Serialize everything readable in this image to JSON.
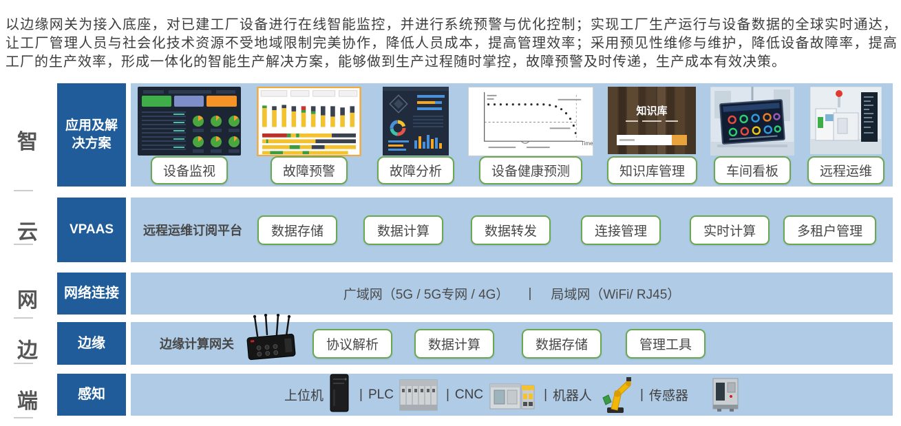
{
  "intro": {
    "text": "以边缘网关为接入底座，对已建工厂设备进行在线智能监控，并进行系统预警与优化控制；实现工厂生产运行与设备数据的全球实时通达，让工厂管理人员与社会化技术资源不受地域限制完美协作，降低人员成本，提高管理效率；采用预见性维修与维护，降低设备故障率，提高工厂的生产效率，形成一体化的智能生产解决方案，能够做到生产过程随时掌控，故障预警及时传递，生产成本有效决策。"
  },
  "palette": {
    "deep_blue": "#1F5C99",
    "light_blue": "#AFCBE6",
    "pill_green_border": "#6AA84F",
    "text_dark": "#3F3F3F",
    "rail_gray": "#565656"
  },
  "rail": {
    "items": [
      {
        "label": "智"
      },
      {
        "label": "云"
      },
      {
        "label": "网"
      },
      {
        "label": "边"
      },
      {
        "label": "端"
      }
    ]
  },
  "layers": {
    "application": {
      "title": "应用及解决方案",
      "items": [
        {
          "label": "设备监视",
          "icon": "device-monitoring-dashboard-thumbnail"
        },
        {
          "label": "故障预警",
          "icon": "fault-warning-chart-thumbnail"
        },
        {
          "label": "故障分析",
          "icon": "fault-analysis-dashboard-thumbnail"
        },
        {
          "label": "设备健康预测",
          "icon": "health-prediction-chart-thumbnail",
          "axis_label": "Time"
        },
        {
          "label": "知识库管理",
          "icon": "knowledge-base-thumbnail",
          "thumb_title": "知识库"
        },
        {
          "label": "车间看板",
          "icon": "workshop-board-thumbnail"
        },
        {
          "label": "远程运维",
          "icon": "remote-ops-thumbnail"
        }
      ]
    },
    "cloud": {
      "title": "VPAAS",
      "platform_label": "远程运维订阅平台",
      "buttons": [
        {
          "label": "数据存储"
        },
        {
          "label": "数据计算"
        },
        {
          "label": "数据转发"
        },
        {
          "label": "连接管理"
        },
        {
          "label": "实时计算"
        },
        {
          "label": "多租户管理"
        }
      ]
    },
    "network": {
      "title": "网络连接",
      "wan": "广域网（5G / 5G专网 / 4G）",
      "separator": "|",
      "lan": "局域网（WiFi/ RJ45）"
    },
    "edge": {
      "title": "边缘",
      "gateway_label": "边缘计算网关",
      "gateway_icon": "edge-gateway-device",
      "buttons": [
        {
          "label": "协议解析"
        },
        {
          "label": "数据计算"
        },
        {
          "label": "数据存储"
        },
        {
          "label": "管理工具"
        }
      ]
    },
    "perception": {
      "title": "感知",
      "separator": "|",
      "items": [
        {
          "label": "上位机",
          "icon": "industrial-pc-tower"
        },
        {
          "label": "PLC",
          "icon": "plc-module"
        },
        {
          "label": "CNC",
          "icon": "cnc-machine"
        },
        {
          "label": "机器人",
          "icon": "robot-arm"
        },
        {
          "label": "传感器",
          "icon": "sensor-machine"
        }
      ]
    }
  }
}
